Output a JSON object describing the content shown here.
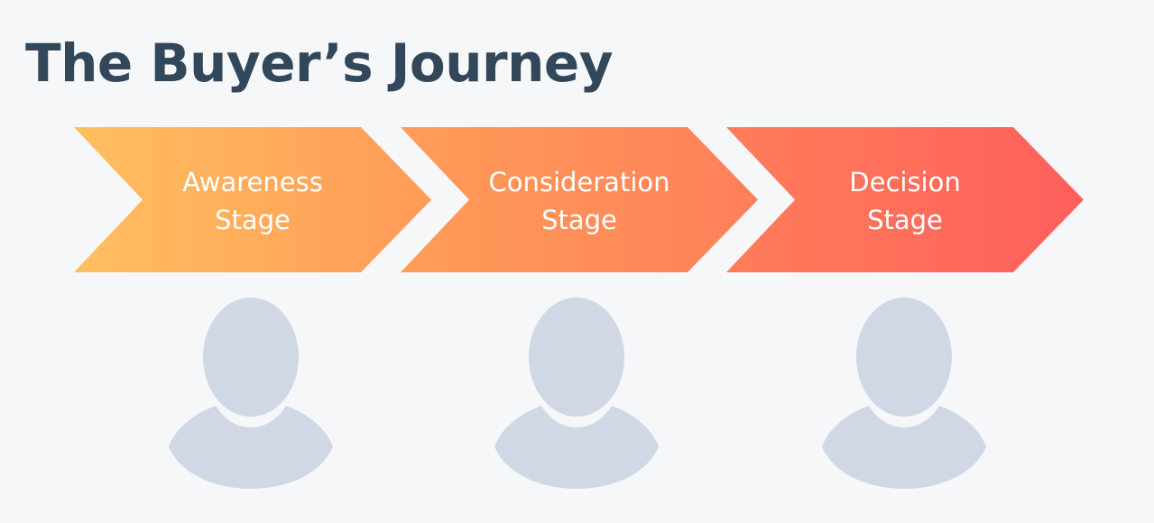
{
  "title": "The Buyer’s Journey",
  "stages": [
    {
      "line1": "Awareness",
      "line2": "Stage"
    },
    {
      "line1": "Consideration",
      "line2": "Stage"
    },
    {
      "line1": "Decision",
      "line2": "Stage"
    }
  ],
  "colors": {
    "title": "#33475b",
    "background": "#f5f7f9",
    "avatar": "#cfd8e4",
    "gradient_start": "#ffbe5f",
    "gradient_mid": "#ff8d5a",
    "gradient_end": "#ff5f5c"
  },
  "icons": [
    "chevron-arrow",
    "person-avatar-icon"
  ]
}
